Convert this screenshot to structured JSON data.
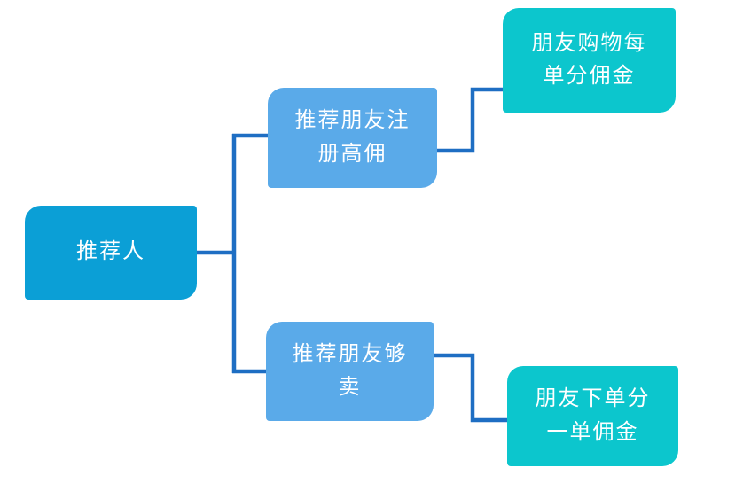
{
  "diagram": {
    "type": "horizontal-hierarchy",
    "colors": {
      "root": "#0b9fd6",
      "branch": "#5aaae9",
      "leaf": "#0cc6cd",
      "connector": "#1e6ec3",
      "text": "#ffffff"
    },
    "nodes": {
      "root": {
        "label": "推荐人"
      },
      "branch_top": {
        "label": "推荐朋友注\n册高佣"
      },
      "leaf_top": {
        "label": "朋友购物每\n单分佣金"
      },
      "branch_bottom": {
        "label": "推荐朋友够\n卖"
      },
      "leaf_bottom": {
        "label": "朋友下单分\n一单佣金"
      }
    },
    "edges": [
      {
        "from": "root",
        "to": "branch_top"
      },
      {
        "from": "root",
        "to": "branch_bottom"
      },
      {
        "from": "branch_top",
        "to": "leaf_top"
      },
      {
        "from": "branch_bottom",
        "to": "leaf_bottom"
      }
    ]
  }
}
